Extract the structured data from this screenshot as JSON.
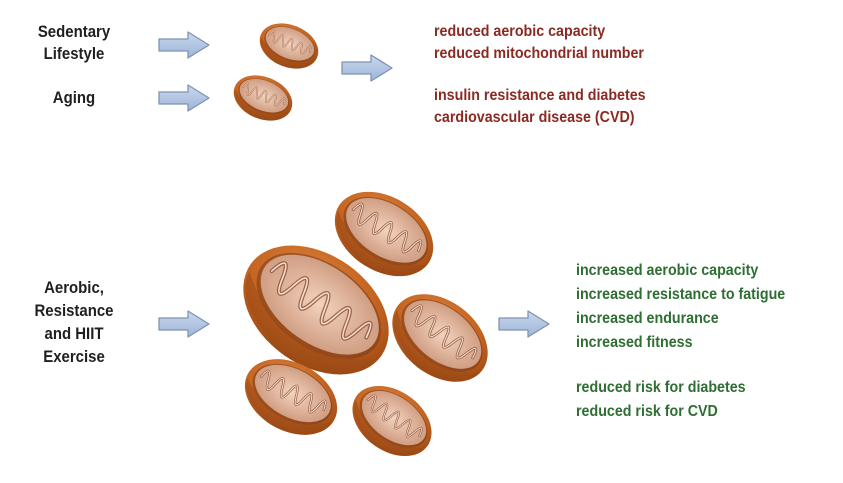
{
  "causes": {
    "sedentary": [
      "Sedentary",
      "Lifestyle"
    ],
    "aging": [
      "Aging"
    ],
    "exercise": [
      "Aerobic,",
      "Resistance",
      "and HIIT",
      "Exercise"
    ]
  },
  "negative_effects": {
    "group1": [
      "reduced aerobic capacity",
      "reduced mitochondrial number"
    ],
    "group2": [
      "insulin resistance and diabetes",
      "cardiovascular disease (CVD)"
    ]
  },
  "positive_effects": {
    "group1": [
      "increased aerobic capacity",
      "increased resistance to fatigue",
      "increased endurance",
      "increased fitness"
    ],
    "group2": [
      "reduced risk for diabetes",
      "reduced risk for CVD"
    ]
  },
  "colors": {
    "negative_text": "#8b2a22",
    "positive_text": "#2f6e33",
    "arrow_fill": "#aec4e3",
    "arrow_stroke": "#7f94b2",
    "mito_outer": "#c2621f",
    "mito_inner": "#e7b69a"
  },
  "icons": [
    "arrow-right-icon",
    "mitochondrion-icon"
  ]
}
